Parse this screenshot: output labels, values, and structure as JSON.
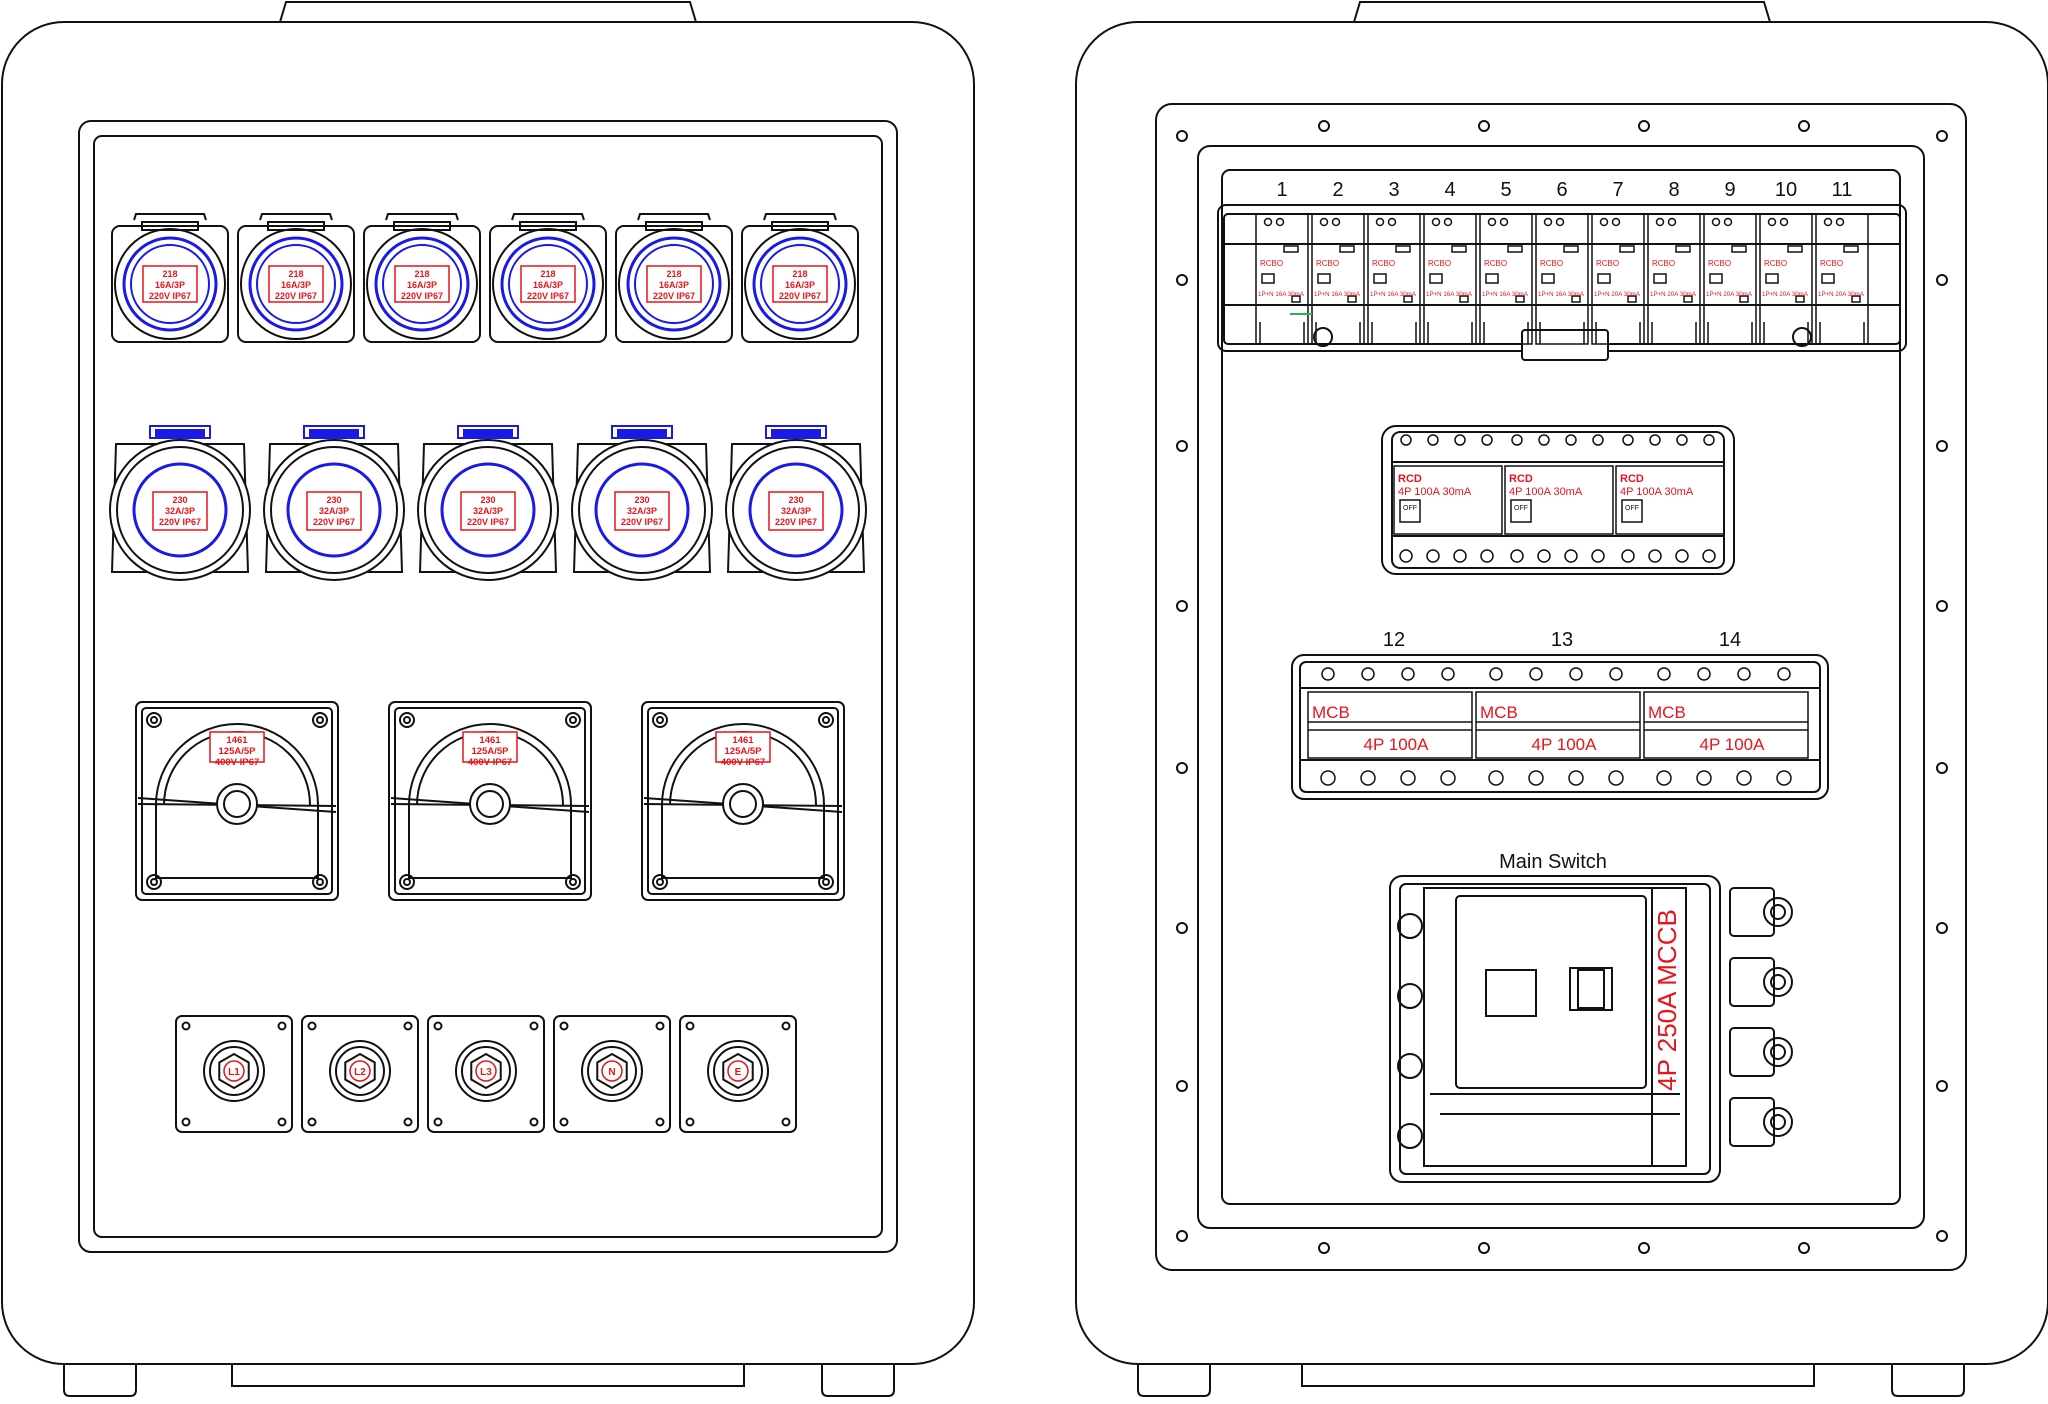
{
  "colors": {
    "line": "#111111",
    "label_red": "#e8141a",
    "socket_blue": "#1a1ae6",
    "green": "#2bb24c"
  },
  "front_panel": {
    "socket_row_16a": {
      "count": 6,
      "label": [
        "218",
        "16A/3P",
        "220V IP67"
      ]
    },
    "socket_row_32a": {
      "count": 5,
      "label": [
        "230",
        "32A/3P",
        "220V IP67"
      ]
    },
    "socket_row_125a": {
      "count": 3,
      "label": [
        "1461",
        "125A/5P",
        "400V IP67"
      ]
    },
    "connectors": [
      "L1",
      "L2",
      "L3",
      "N",
      "E"
    ]
  },
  "back_panel": {
    "rcbo_numbers": [
      "1",
      "2",
      "3",
      "4",
      "5",
      "6",
      "7",
      "8",
      "9",
      "10",
      "11"
    ],
    "rcbo_label": "RCBO",
    "rcbo_ratings": [
      "1P+N 16A 30mA",
      "1P+N 16A 30mA",
      "1P+N 16A 30mA",
      "1P+N 16A 30mA",
      "1P+N 16A 30mA",
      "1P+N 16A 30mA",
      "1P+N 20A 30mA",
      "1P+N 20A 30mA",
      "1P+N 20A 30mA",
      "1P+N 20A 30mA",
      "1P+N 20A 30mA"
    ],
    "rcd": {
      "count": 3,
      "label": "RCD",
      "rating": "4P 100A 30mA",
      "switch_text": "OFF"
    },
    "mcb": {
      "numbers": [
        "12",
        "13",
        "14"
      ],
      "label": "MCB",
      "rating": "4P 100A"
    },
    "main_switch": {
      "title": "Main Switch",
      "rating": "4P 250A MCCB"
    }
  }
}
